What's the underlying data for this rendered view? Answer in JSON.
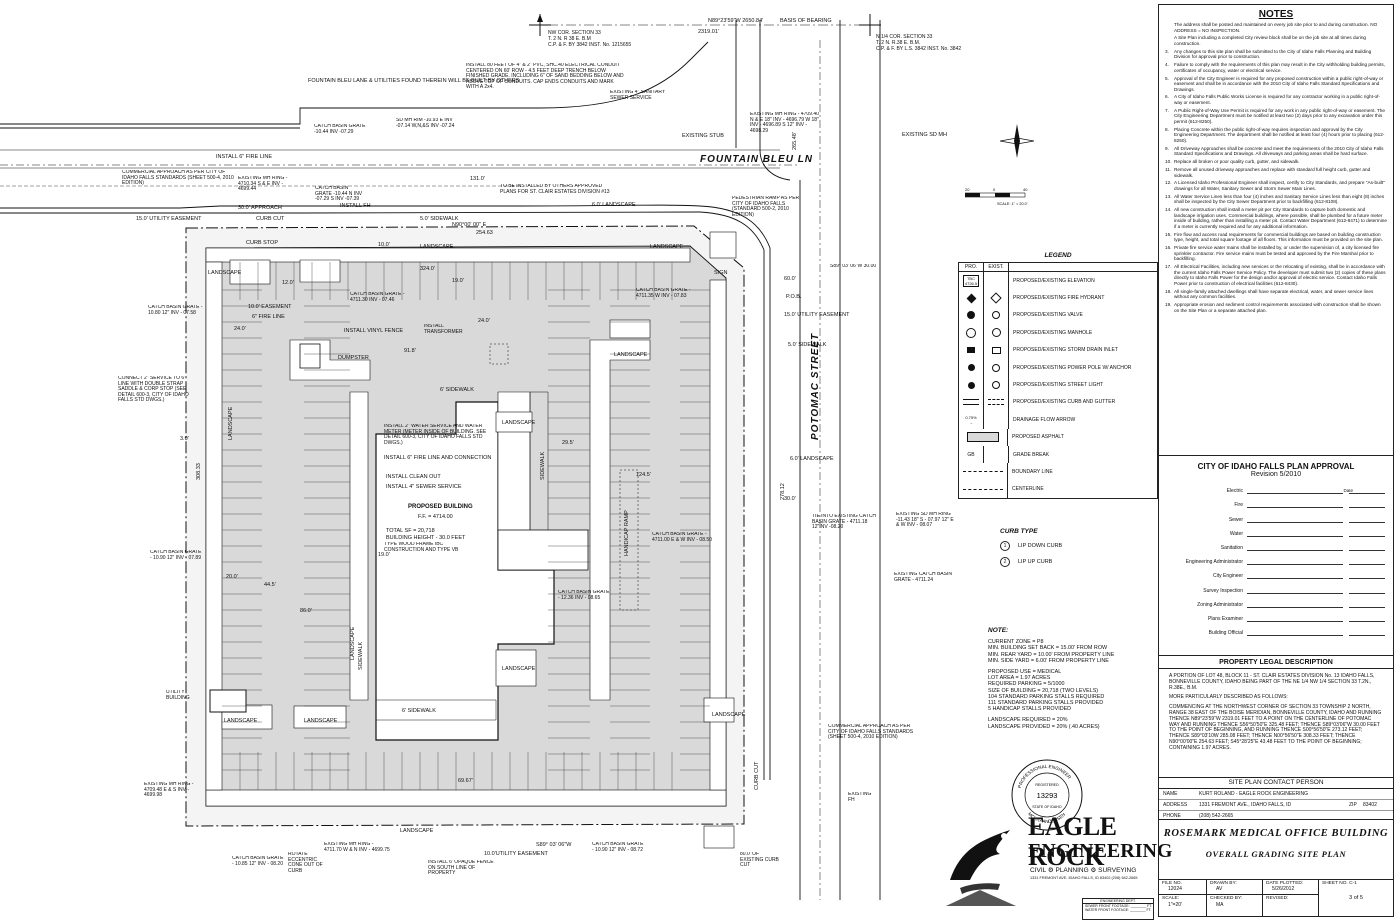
{
  "basis": {
    "bearing": "N89°23'59\"W  2650.84'",
    "basis_label": "BASIS OF BEARING",
    "dist": "2319.01'",
    "nw_cor": [
      "NW COR. SECTION 33",
      "T. 2 N. R 38 E. B.M",
      "C.P. & F. BY 3842 INST. No. 1215655"
    ],
    "n14_cor": [
      "N 1/4 COR. SECTION 33",
      "T. 2 N. R.38 E. B.M.",
      "C.P. & F. BY L.S. 3842 INST. No. 3842"
    ]
  },
  "streets": {
    "fountain": "FOUNTAIN BLEU LN",
    "potomac": "POTOMAC STREET"
  },
  "plan_notes": {
    "fountain_lane": "FOUNTAIN BLEU LANE & UTILITIES FOUND THEREIN WILL BE BUILT BY OTHERS",
    "conduit": "INSTALL 80 FEET OF 4\" & 2\" PVC, SHC.40 ELECTRICAL CONDUIT CENTERED ON 60' ROW - 4.5 FEET DEEP TRENCH BELOW FINISHED GRADE. INCLUDING 6\" OF SAND BEDDING BELOW AND ABOVE TOP OF CONDUITS. CAP ENDS CONDUITS AND MARK WITH A 2x4.",
    "existing_sewer": "EXISTING 4\" SANITARY SEWER SERVICE",
    "sdmh": "SD MH RIM -10.93 E INV -07.14 W,N,&S INV -07.24",
    "catch_basin_1": "CATCH BASIN GRATE -10.44 INV -07.29",
    "fire_line": "INSTALL 6\" FIRE LINE",
    "commercial_approach_1": "COMMERCIAL APPROACH AS PER CITY OF IDAHO FALLS STANDARDS (SHEET 500-4, 2010 EDITION)",
    "existing_mh_1": "EXISTING MH RING - 4710.34 S & E INV - 4699.44",
    "approach_30": "30.0' APPROACH",
    "catch_basin_2": "CATCH BASIN GRATE -10.44 N INV -07.29 S INV -07.39",
    "install_fh": "INSTALL FH",
    "to_be_installed": "TO BE INSTALLED BY OTHERS APPROVED PLANS FOR ST. CLAIR ESTATES DIVISION #13",
    "existing_mh_2": "EXISTING MH RING - 4709.40 N & E 18\" INV - 4696.79 W 18\" INV - 4696.89 S 12\" INV - 4698.29",
    "existing_stub": "EXISTING STUB",
    "existing_sdmh_1": "EXISTING SD MH",
    "utility_easement_15": "15.0' UTILITY EASEMENT",
    "curb_cut": "CURB CUT",
    "sidewalk_5": "5.0' SIDEWALK",
    "landscape_6": "6.0' LANDSCAPE",
    "n90": "N90°00' 00\" E",
    "dist_254": "254.63",
    "ped_ramp": "PEDESTRIAN RAMP AS PER CITY OF IDAHO FALLS (STANDARD 500-2, 2010 EDITION)",
    "curb_stop": "CURB STOP",
    "ten_easement": "10.0' EASEMENT",
    "catch_basin_3": "CATCH BASIN GRATE - 4711.30 INV - 07.46",
    "catch_basin_4": "CATCH BASIN GRATE - 10.80 12\" INV - 07.58",
    "six_fire_line": "6\" FIRE LINE",
    "vinyl_fence": "INSTALL VINYL FENCE",
    "dumpster": "DUMPSTER",
    "install_transformer": "INSTALL TRANSFORMER",
    "catch_basin_5": "CATCH BASIN GRATE - 4711.35 W INV - 07.83",
    "sign": "SIGN",
    "pob": "P.O.B.",
    "s89": "S89° 03' 06\"W 30.00",
    "utility_easement_15b": "15.0' UTILITY EASEMENT",
    "sidewalk_5b": "5.0' SIDEWALK",
    "landscape_6b": "6.0' LANDSCAPE",
    "connect_water": "CONNECT 2\" SERVICE TO 6\" LINE WITH DOUBLE STRAP SADDLE & CORP STOP (SEE DETAIL 600-3, CITY OF IDAHO FALLS STD DWGS.)",
    "water_meter": "INSTALL 2\" WATER SERVICE AND WATER METER (METER INSIDE OF BUILDING. SEE DETAIL 600-3, CITY OF IDAHO FALLS STD DWGS.)",
    "fire_connection": "INSTALL 6\" FIRE LINE AND CONNECTION",
    "clean_out": "INSTALL CLEAN OUT",
    "sewer_service": "INSTALL 4\" SEWER SERVICE",
    "proposed_building": "PROPOSED BUILDING",
    "ff": "F.F. = 4714.00",
    "total_sf": "TOTAL SF = 20,718",
    "bldg_height": "BUILDING HEIGHT - 30.0 FEET",
    "construction": "TYPE WOOD FRAME IBC CONSTRUCTION AND TYPE VB",
    "tie_in": "TIE INTO EXISTING CATCH BASIN GRATE - 4711.18 12\"INV -08.20",
    "existing_sdmh_2": "EXISTING SD MH RING -11.43 18\" S - 07.97 12\" E & W INV - 08.07",
    "catch_basin_6": "CATCH BASIN GRATE - 4711.00 E & W INV - 08.50",
    "catch_basin_7": "CATCH BASIN GRATE - 10.90 12\" INV - 07.89",
    "catch_basin_8": "CATCH BASIN GRATE - 12.36 INV - 08.65",
    "existing_cb": "EXISTING CATCH BASIN GRATE - 4711.24",
    "handicap_ramp": "HANDICAP RAMP",
    "utility_building": "UTILITY BUILDING",
    "commercial_approach_2": "COMMERCIAL APPROACH AS PER CITY OF IDAHO FALLS STANDARDS (SHEET 500-4, 2010 EDITION)",
    "existing_mh_3": "EXISTING MH RING - 4709.48 E & S INV - 4699.98",
    "existing_fh": "EXISTING FH",
    "existing_mh_4": "EXISTING MH RING - 4711.70 W & N INV - 4699.75",
    "catch_basin_9": "CATCH BASIN GRATE - 10.85 12\" INV - 08.20",
    "rotate_cone": "ROTATE ECCENTRIC CONE OUT OF CURB",
    "opaque_fence": "INSTALL 6' OPAQUE FENCE ON SOUTH LINE OF PROPERTY",
    "utility_easement_10": "10.0'UTILITY EASEMENT",
    "catch_basin_10": "CATCH BASIN GRATE - 10.90 12\" INV - 08.72",
    "s89b": "S89° 03' 06\"W",
    "curb_cut_80": "80.0' OF EXISTING CURB CUT",
    "curb_cut_label": "CURB CUT",
    "six_sidewalk": "6' SIDEWALK",
    "sidewalk_label": "SIDEWALK",
    "landscape": "LANDSCAPE"
  },
  "dims": [
    "24.0'",
    "19.0'",
    "10.0'",
    "29.5'",
    "124.5'",
    "44.5'",
    "86.0'",
    "20.0'",
    "19.0'",
    "69.67'",
    "91.8'",
    "12.0'",
    "3.0'",
    "30.0'",
    "60.0'",
    "265.48'",
    "278.12",
    "308.33",
    "131.0'",
    "324.0'",
    "24.0'"
  ],
  "legend": {
    "title": "LEGEND",
    "head_pro": "PRO.",
    "head_exist": "EXIST.",
    "rows": [
      {
        "sym": "TBC",
        "label": "PROPOSED/EXISTING ELEVATION"
      },
      {
        "sym": "hydrant",
        "label": "PROPOSED/EXISTING FIRE HYDRANT"
      },
      {
        "sym": "valve",
        "label": "PROPOSED/EXISTING VALVE"
      },
      {
        "sym": "manhole",
        "label": "PROPOSED/EXISTING MANHOLE"
      },
      {
        "sym": "inlet",
        "label": "PROPOSED/EXISTING STORM DRAIN INLET"
      },
      {
        "sym": "pole",
        "label": "PROPOSED/EXISTING POWER POLE W/ ANCHOR"
      },
      {
        "sym": "light",
        "label": "PROPOSED/EXISTING STREET LIGHT"
      },
      {
        "sym": "curb",
        "label": "PROPOSED/EXISTING CURB AND GUTTER"
      },
      {
        "sym": "0.75%",
        "label": "DRAINAGE FLOW ARROW"
      },
      {
        "sym": "asphalt",
        "label": "PROPOSED ASPHALT"
      },
      {
        "sym": "GB",
        "label": "GRADE BREAK"
      },
      {
        "sym": "boundary",
        "label": "BOUNDARY LINE"
      },
      {
        "sym": "centerline",
        "label": "CENTERLINE"
      }
    ]
  },
  "curb_type": {
    "title": "CURB TYPE",
    "items": [
      {
        "num": "1",
        "label": "LIP DOWN CURB"
      },
      {
        "num": "2",
        "label": "LIP UP CURB"
      }
    ]
  },
  "site_note": {
    "title": "NOTE:",
    "zone": [
      "CURRENT ZONE = P8",
      "MIN. BUILDING SET BACK = 15.00' FROM ROW",
      "MIN. REAR YARD = 10.00' FROM PROPERTY LINE",
      "MIN. SIDE YARD = 6.00' FROM PROPERTY LINE"
    ],
    "use": [
      "PROPOSED USE = MEDICAL",
      "LOT AREA = 1.97 ACRES",
      "REQUIRED PARKING = 5/1000",
      "SIZE OF BUILDING = 20,718 (TWO LEVELS)",
      "104 STANDARD PARKING STALLS REQUIRED",
      "111 STANDARD PARKING STALLS PROVIDED",
      "5 HANDICAP STALLS PROVIDED"
    ],
    "landscape": [
      "LANDSCAPE REQUIRED = 20%",
      "LANDSCAPE PROVIDED = 20% (.40 ACRES)"
    ]
  },
  "scale": {
    "label": "SCALE: 1\" = 20.0'",
    "t0": "0",
    "t20": "20",
    "t40": "40"
  },
  "notes": {
    "title": "NOTES",
    "intro": [
      "The address shall be posted and maintained on every job site prior to and during construction.  NO ADDRESS = NO INSPECTION.",
      "A Site Plan including a completed City review block shall be on the job site at all times during construction."
    ],
    "items": [
      {
        "n": "3.",
        "t": "Any changes to this site plan shall be submitted to the City of Idaho Falls Planning and Building Division for approval prior to construction."
      },
      {
        "n": "4.",
        "t": "Failure to comply with the requirements of this plan may result in the City withholding building permits, certificates of occupancy, water or electrical service."
      },
      {
        "n": "5.",
        "t": "Approval of the City Engineer is required for any proposed construction within a public right-of-way or easement and shall be in accordance with the 2010 City of Idaho Falls Standard Specifications and Drawings."
      },
      {
        "n": "6.",
        "t": "A City of Idaho Falls Public Works License is required for any contractor working in a public right-of-way or easement."
      },
      {
        "n": "7.",
        "t": "A Public Right-of-Way Use Permit is required for any work in any public right-of-way or easement. The City Engineering Department must be notified at least two (2) days prior to any excavation under this permit (612-8250)."
      },
      {
        "n": "8.",
        "t": "Placing Concrete within the public right-of-way requires inspection and approval by the City Engineering Department.  The department shall be notified at least four (4) hours prior to placing (612-8250)."
      },
      {
        "n": "9.",
        "t": "All Driveway Approaches shall be concrete and meet the requirements of the 2010 City of Idaho Falls Standard Specifications and Drawings. All driveways and parking areas shall be hard surface."
      },
      {
        "n": "10.",
        "t": "Replace all broken or poor quality curb, gutter, and sidewalk."
      },
      {
        "n": "11.",
        "t": "Remove all unused driveway approaches and replace with standard full height curb, gutter and sidewalk."
      },
      {
        "n": "12.",
        "t": "A Licensed Idaho Professional Engineer shall inspect, certify to City Standards, and prepare \"As-built\" drawings for all Water, Sanitary Sewer and Storm Sewer Main Lines."
      },
      {
        "n": "13.",
        "t": "All Water Service Lines less than four (4) inches and Sanitary Service Lines less than eight (8) inches shall be inspected by the City Sewer Department prior to backfilling (612-8108)."
      },
      {
        "n": "14.",
        "t": "All new construction shall install a meter pit per City Standards to capture both domestic and landscape irrigation uses. Commercial buildings, where possible, shall be plumbed for a future meter inside of building, rather than installing a meter pit. Contact Water Department (612-8471) to determine if a meter is currently required and for any additional information."
      },
      {
        "n": "15.",
        "t": "Fire flow and access road requirements for commercial buildings are based on building construction type, height, and total square footage of all floors. This information must be provided on the site plan."
      },
      {
        "n": "16.",
        "t": "Private fire service water mains shall be installed by, or under the supervision of, a city licensed fire sprinkler contractor.  Fire service mains must be tested and approved by the Fire Marshal prior to backfilling."
      },
      {
        "n": "17.",
        "t": "All Electrical Facilities, including new services or the relocating of existing, shall be in accordance with the current Idaho Falls Power Service Policy.  The developer must submit two (2) copies of these plans directly to Idaho Falls Power for the design and/or approval of electric service. Contact Idaho Falls Power prior to construction of electrical facilities (612-8430)."
      },
      {
        "n": "18.",
        "t": "All single-family attached dwellings shall have separate electrical, water, and sewer service lines without any common facilities."
      },
      {
        "n": "19.",
        "t": "Appropriate erosion and sediment control requirements associated with construction shall be shown on the Site Plan or a separate attached plan."
      }
    ]
  },
  "approval": {
    "title": "CITY OF IDAHO FALLS PLAN APPROVAL",
    "rev": "Revision 5/2010",
    "date_head": "Date",
    "rows": [
      "Electric",
      "Fire",
      "Sewer",
      "Water",
      "Sanitation",
      "Engineering Administrator",
      "City Engineer",
      "Survey  Inspection",
      "Zoning Administrator",
      "Plans Examiner",
      "Building Official"
    ]
  },
  "legal": {
    "title": "PROPERTY LEGAL DESCRIPTION",
    "p1": "A PORTION OF LOT 48, BLOCK 11 - ST. CLAIR ESTATES DIVISION No. 13 IDAHO FALLS, BONNEVILLE COUNTY, IDAHO BEING PART OF THE NE 1/4 NW 1/4 SECTION 33 T.2N., R.38E., B.M.",
    "p2": "MORE PARTICULARLY DESCRIBED AS FOLLOWS:",
    "p3": "COMMENCING AT THE NORTHWEST CORNER OF SECTION 33 TOWNSHIP 2 NORTH, RANGE 38 EAST OF THE BOISE MERIDIAN, BONNEVILLE COUNTY, IDAHO AND RUNNING THENCE N89°23'59\"W 2319.01 FEET TO A POINT ON THE CENTERLINE OF POTOMAC WAY AND RUNNING THENCE S56°50'50\"E 325.48 FEET; THENCE S89°03'06\"W 30.00 FEET TO THE POINT OF BEGINNING, AND RUNNING THENCE S00°56'50\"E 273.12 FEET; THENCE S89°03'10W 285.08 FEET; THENCE N00°56'50\"E 308.33 FEET; THENCE N90°00'00\"E 254.63 FEET; S45°28'25\"E 43.48 FEET TO THE POINT OF BEGINNING; CONTAINING 1.97 ACRES."
  },
  "contact": {
    "title": "SITE PLAN CONTACT PERSON",
    "name_key": "NAME",
    "name": "KURT ROLAND - EAGLE ROCK ENGINEERING",
    "address_key": "ADDRESS",
    "address": "1331 FREMONT AVE., IDAHO FALLS, ID",
    "zip_key": "ZIP",
    "zip": "83402",
    "phone_key": "PHONE",
    "phone": "(208) 542-2665"
  },
  "title_block": {
    "project": "ROSEMARK MEDICAL OFFICE BUILDING",
    "sheet": "OVERALL GRADING SITE PLAN",
    "file_no_key": "FILE NO.",
    "file_no": "12024",
    "drawn_by_key": "DRAWN BY:",
    "drawn_by": "AV",
    "date_plotted_key": "DATE PLOTTED:",
    "date_plotted": "5/26/2012",
    "sheet_no_key": "SHEET NO.",
    "sheet_no": "C-1",
    "scale_key": "SCALE:",
    "scale": "1\"=20'",
    "checked_by_key": "CHECKED BY:",
    "checked_by": "MA",
    "revised_key": "REVISED:",
    "page": "3",
    "of": "of",
    "pages": "5"
  },
  "engineer": {
    "name_1": "EAGLE ROCK",
    "name_2": "ENGINEERING",
    "tag": "CIVIL ⚙ PLANNING ⚙ SURVEYING",
    "addr": "1331 FREMONT AVE. IDAHO FALLS, ID 83402   (208) 542-2665",
    "stamp_top": "PROFESSIONAL ENGINEER",
    "stamp_num": "13293",
    "stamp_reg": "REGISTERED",
    "stamp_state": "STATE OF IDAHO",
    "stamp_name": "MCKAY ANDERSEN",
    "dept": "ENGINEERING DEPT.",
    "dept_1": "SEWER FRONT FOOTAGE: ________ FT.",
    "dept_2": "WATER FRONT FOOTAGE: ________ FT."
  },
  "colors": {
    "asphalt": "#d9d9d9",
    "line": "#1a1a1a",
    "landscape": "#ffffff"
  }
}
